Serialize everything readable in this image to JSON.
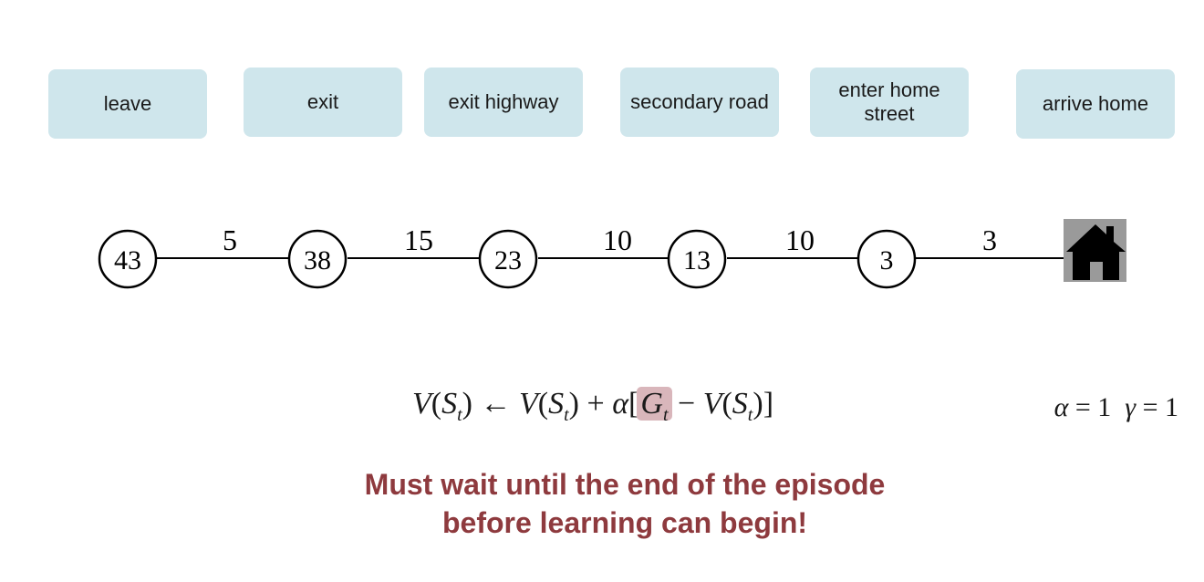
{
  "states": [
    {
      "label": "leave"
    },
    {
      "label": "exit"
    },
    {
      "label": "exit highway"
    },
    {
      "label": "secondary road"
    },
    {
      "label": "enter home street"
    },
    {
      "label": "arrive home"
    }
  ],
  "chain": {
    "values": [
      "43",
      "38",
      "23",
      "13",
      "3"
    ],
    "rewards": [
      "5",
      "15",
      "10",
      "10",
      "3"
    ],
    "terminal_icon": "house-icon"
  },
  "formula": {
    "V": "V",
    "S": "S",
    "t": "t",
    "arrow": "←",
    "plus": "+",
    "alpha": "α",
    "G": "G",
    "minus": "−",
    "lparen": "(",
    "rparen": ")",
    "lbracket": "[",
    "rbracket": "]"
  },
  "params": {
    "alpha": "α",
    "alpha_value": "= 1",
    "gamma": "γ",
    "gamma_value": "= 1"
  },
  "warning": {
    "line1": "Must wait until the end of the episode",
    "line2": "before learning can begin!"
  },
  "colors": {
    "box_bg": "#cfe6ec",
    "highlight": "#d9b6bb",
    "warning_text": "#8e3a3e",
    "house_bg": "#9a9a9a"
  }
}
